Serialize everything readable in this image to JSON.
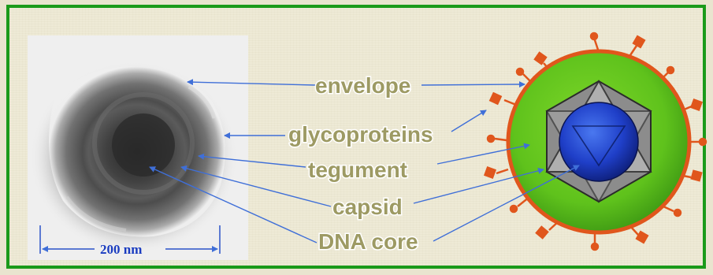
{
  "labels": {
    "envelope": "envelope",
    "glycoproteins": "glycoproteins",
    "tegument": "tegument",
    "capsid": "capsid",
    "dna_core": "DNA core"
  },
  "scale_bar": {
    "text": "200 nm"
  },
  "colors": {
    "frame": "#1a9a1a",
    "label_text": "#9d9a63",
    "pointer_lines": "#3f6fd8",
    "envelope_fill": "#5fc21c",
    "envelope_border": "#e0561c",
    "capsid_grey": "#8c8c8c",
    "dna_core_blue": "#1f3fc8",
    "spike_orange": "#e0561c",
    "scale_text": "#1a3cc0"
  },
  "icons": {
    "left_panel": "virus-electron-micrograph",
    "right_panel": "virus-structure-schematic"
  }
}
